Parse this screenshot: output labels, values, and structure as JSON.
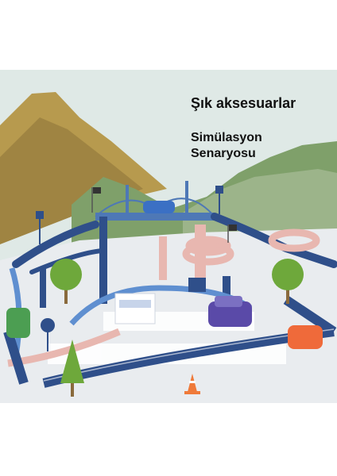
{
  "captions": {
    "headline": "Şık aksesuarlar",
    "subline_1": "Simülasyon",
    "subline_2": "Senaryosu"
  },
  "colors": {
    "sky": "#dfe9e6",
    "mountain_gold": "#b79a4e",
    "mountain_green": "#7fa06a",
    "floor": "#e9ecef",
    "track_navy": "#2f4f8a",
    "track_pink": "#e8b7b0",
    "track_blue": "#5f8fd0"
  },
  "icons": [
    "mountain-icon",
    "bridge-icon",
    "tree-icon",
    "car-icon",
    "traffic-cone-icon",
    "flag-icon",
    "sign-icon"
  ]
}
